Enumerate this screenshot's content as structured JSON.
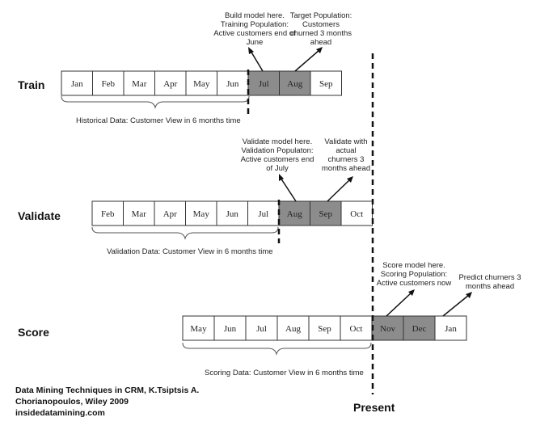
{
  "colors": {
    "highlight_cell": "#8c8c8c",
    "plain_cell": "#ffffff",
    "border": "#333333"
  },
  "rows": {
    "train": {
      "label": "Train",
      "months": [
        "Jan",
        "Feb",
        "Mar",
        "Apr",
        "May",
        "Jun",
        "Jul",
        "Aug",
        "Sep"
      ],
      "highlighted": [
        false,
        false,
        false,
        false,
        false,
        false,
        true,
        true,
        false
      ],
      "brace_caption": "Historical Data: Customer View in 6 months time",
      "note_left": [
        "Build model here.",
        "Training Population:",
        "Active customers end of",
        "June"
      ],
      "note_right": [
        "Target Population:",
        "Customers",
        "churned 3 months",
        "ahead"
      ]
    },
    "validate": {
      "label": "Validate",
      "months": [
        "Feb",
        "Mar",
        "Apr",
        "May",
        "Jun",
        "Jul",
        "Aug",
        "Sep",
        "Oct"
      ],
      "highlighted": [
        false,
        false,
        false,
        false,
        false,
        false,
        true,
        true,
        false
      ],
      "brace_caption": "Validation Data: Customer View in 6 months time",
      "note_left": [
        "Validate model here.",
        "Validation Populaton:",
        "Active customers end",
        "of July"
      ],
      "note_right": [
        "Validate with",
        "actual",
        "churners 3",
        "months ahead"
      ]
    },
    "score": {
      "label": "Score",
      "months": [
        "May",
        "Jun",
        "Jul",
        "Aug",
        "Sep",
        "Oct",
        "Nov",
        "Dec",
        "Jan"
      ],
      "highlighted": [
        false,
        false,
        false,
        false,
        false,
        false,
        true,
        true,
        false
      ],
      "brace_caption": "Scoring Data: Customer View in 6 months time",
      "note_left": [
        "Score model here.",
        "Scoring Population:",
        "Active customers now"
      ],
      "note_right": [
        "Predict churners 3",
        "months ahead"
      ]
    }
  },
  "present_label": "Present",
  "credit": {
    "line1": "Data Mining Techniques in CRM, K.Tsiptsis A.",
    "line2": "Chorianopoulos, Wiley 2009",
    "line3": "insidedatamining.com"
  }
}
